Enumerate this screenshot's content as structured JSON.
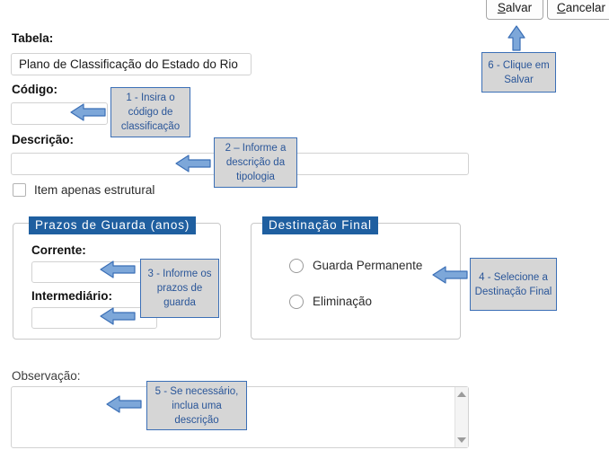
{
  "toolbar": {
    "save_button": {
      "accel": "S",
      "rest": "alvar"
    },
    "cancel_button": {
      "accel": "C",
      "rest": "ancelar"
    }
  },
  "form": {
    "tabela": {
      "label": "Tabela:",
      "value": "Plano de Classificação do Estado do Rio",
      "placeholder": ""
    },
    "codigo": {
      "label": "Código:",
      "value": "",
      "placeholder": ""
    },
    "descricao": {
      "label": "Descrição:",
      "value": "",
      "placeholder": ""
    },
    "item_estrutural": {
      "label": "Item apenas estrutural",
      "checked": false
    },
    "observacao": {
      "label": "Observação:",
      "value": "",
      "placeholder": ""
    }
  },
  "prazos_fieldset": {
    "legend": "Prazos de Guarda (anos)",
    "corrente": {
      "label": "Corrente:",
      "value": "",
      "placeholder": ""
    },
    "intermediario": {
      "label": "Intermediário:",
      "value": "",
      "placeholder": ""
    }
  },
  "destinacao_fieldset": {
    "legend": "Destinação Final",
    "options": [
      {
        "label": "Guarda Permanente",
        "selected": false
      },
      {
        "label": "Eliminação",
        "selected": false
      }
    ]
  },
  "annotations": [
    {
      "id": 1,
      "text": "1 - Insira o código de classificação",
      "direction": "left"
    },
    {
      "id": 2,
      "text": "2 – Informe a descrição da tipologia",
      "direction": "left"
    },
    {
      "id": 3,
      "text": "3 - Informe os prazos de guarda",
      "direction": "left"
    },
    {
      "id": 4,
      "text": "4 - Selecione a Destinação Final",
      "direction": "left"
    },
    {
      "id": 5,
      "text": "5 - Se necessário, inclua uma descrição",
      "direction": "left"
    },
    {
      "id": 6,
      "text": "6 - Clique em Salvar",
      "direction": "up"
    }
  ],
  "colors": {
    "legend_blue": "#1f5fa0",
    "callout_fill": "#d6d6d6",
    "callout_border": "#3b6fb6",
    "callout_text": "#2a5699",
    "arrow_fill": "#7da7d9",
    "arrow_stroke": "#3b6fb6",
    "page_background": "#ffffff"
  },
  "icons": {
    "arrow_left": "arrow-left-icon",
    "arrow_up": "arrow-up-icon",
    "scroll_up": "scroll-up-arrow-icon",
    "scroll_down": "scroll-down-arrow-icon"
  }
}
